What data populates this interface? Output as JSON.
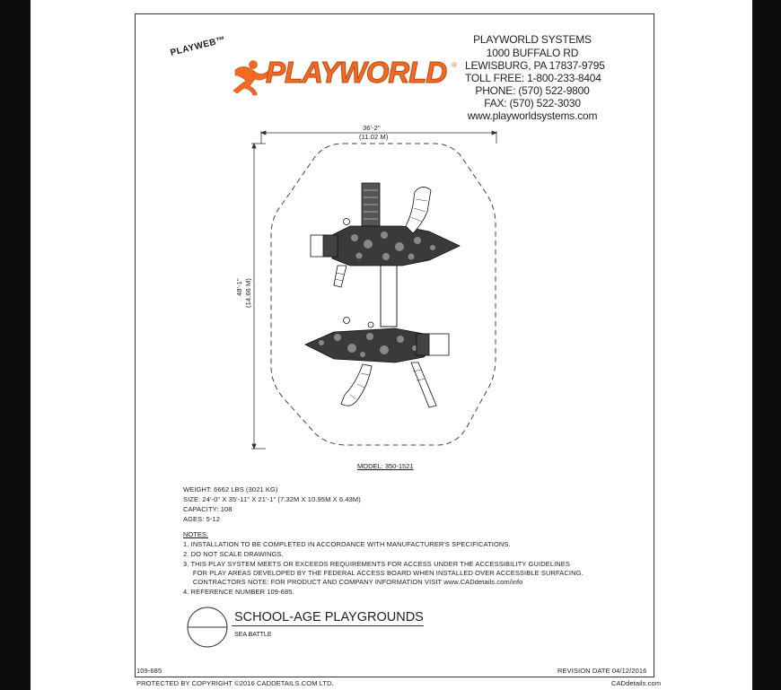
{
  "brand": {
    "logo_web": "PLAYWEB™",
    "logo_word": "PLAYWORLD",
    "logo_reg": "®",
    "color_orange": "#f46a22"
  },
  "company": {
    "name": "PLAYWORLD SYSTEMS",
    "address1": "1000 BUFFALO RD",
    "address2": "LEWISBURG, PA 17837-9795",
    "toll_free": "TOLL FREE: 1-800-233-8404",
    "phone": "PHONE: (570) 522-9800",
    "fax": "FAX: (570) 522-3030",
    "web": "www.playworldsystems.com"
  },
  "drawing": {
    "width_dim": "36'-2\"",
    "width_dim_metric": "(11.02 M)",
    "height_dim": "48'-1\"",
    "height_dim_metric": "(14.66 M)",
    "model": "MODEL: 350-1521"
  },
  "specs": {
    "weight": "WEIGHT: 6662 LBS (3021 KG)",
    "size": "SIZE: 24'-0\" X 35'-11\" X 21'-1\" (7.32M X 10.95M X 6.43M)",
    "capacity": "CAPACITY: 108",
    "ages": "AGES: 5-12"
  },
  "notes": {
    "heading": "NOTES:",
    "items": [
      "1.  INSTALLATION TO BE COMPLETED IN ACCORDANCE WITH MANUFACTURER'S SPECIFICATIONS.",
      "2.  DO NOT SCALE DRAWINGS.",
      "3.  THIS PLAY SYSTEM MEETS OR EXCEEDS REQUIREMENTS FOR ACCESS UNDER THE ACCESSIBILITY GUIDELINES",
      "     FOR PLAY AREAS DEVELOPED BY THE FEDERAL ACCESS BOARD WHEN INSTALLED OVER ACCESSIBLE SURFACING.",
      "     CONTRACTORS NOTE: FOR PRODUCT AND COMPANY INFORMATION VISIT www.CADdetails.com/info",
      "4.  REFERENCE NUMBER 109-685."
    ]
  },
  "series": {
    "title": "SCHOOL-AGE PLAYGROUNDS",
    "subtitle": "SEA BATTLE"
  },
  "footer": {
    "ref": "109-685",
    "revision": "REVISION DATE 04/12/2016",
    "copyright": "PROTECTED BY COPYRIGHT ©2016 CADDETAILS.COM LTD.",
    "site": "CADdetails.com"
  }
}
